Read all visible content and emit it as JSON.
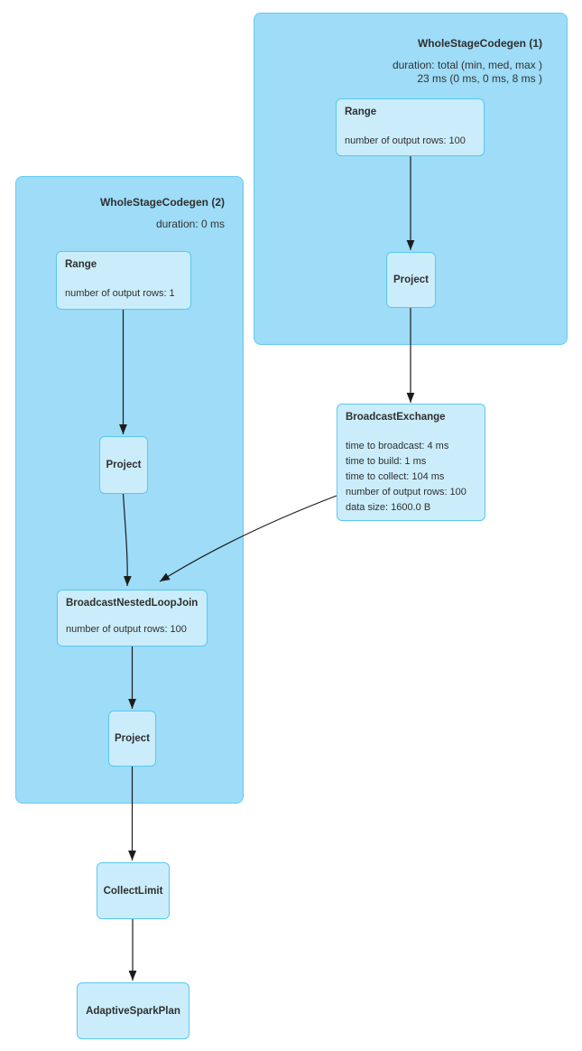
{
  "clusters": {
    "wsc1": {
      "title": "WholeStageCodegen (1)",
      "duration_label": "duration: total (min, med, max )",
      "duration_value": "23 ms (0 ms, 0 ms, 8 ms )"
    },
    "wsc2": {
      "title": "WholeStageCodegen (2)",
      "duration_label": "duration: 0 ms"
    }
  },
  "nodes": {
    "range1": {
      "title": "Range",
      "metrics": [
        "number of output rows: 100"
      ]
    },
    "project1": {
      "title": "Project"
    },
    "broadcastExchange": {
      "title": "BroadcastExchange",
      "metrics": [
        "time to broadcast: 4 ms",
        "time to build: 1 ms",
        "time to collect: 104 ms",
        "number of output rows: 100",
        "data size: 1600.0 B"
      ]
    },
    "range2": {
      "title": "Range",
      "metrics": [
        "number of output rows: 1"
      ]
    },
    "project2": {
      "title": "Project"
    },
    "broadcastNestedLoopJoin": {
      "title": "BroadcastNestedLoopJoin",
      "metrics": [
        "number of output rows: 100"
      ]
    },
    "project3": {
      "title": "Project"
    },
    "collectLimit": {
      "title": "CollectLimit"
    },
    "adaptiveSparkPlan": {
      "title": "AdaptiveSparkPlan"
    }
  },
  "colors": {
    "cluster_fill": "#9edcf7",
    "cluster_border": "#62cbf2",
    "node_fill": "#cbedfb",
    "node_border": "#59c8f1",
    "edge": "#1c1c1c",
    "text": "#333333"
  }
}
